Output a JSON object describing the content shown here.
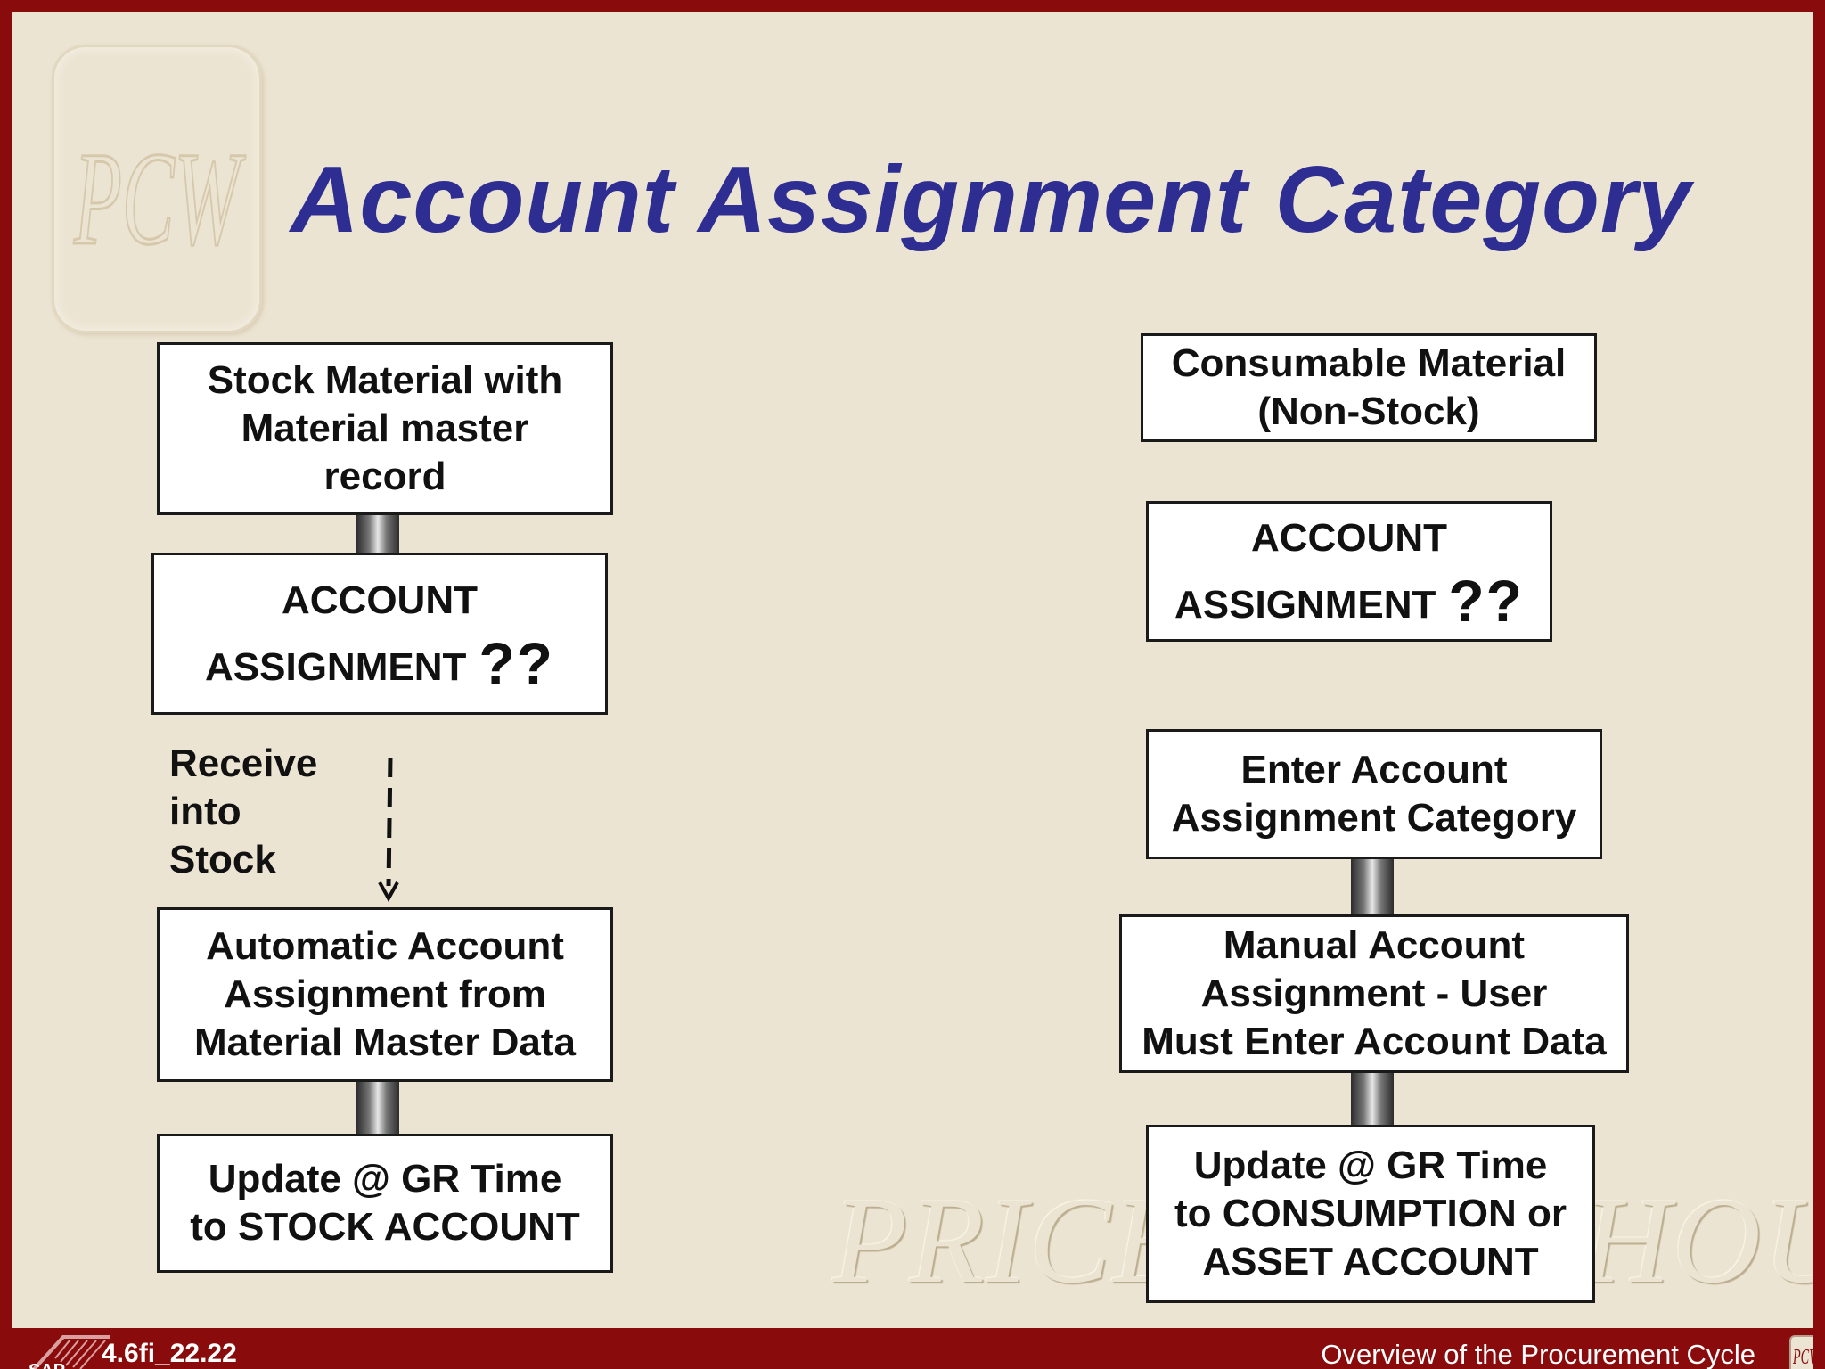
{
  "slide": {
    "title": "Account Assignment Category",
    "logo_text": "PCW",
    "watermark": "PRICEWATERHOUSECOOPERS"
  },
  "left": {
    "box1": [
      "Stock Material with",
      "Material master",
      "record"
    ],
    "box2": [
      "ACCOUNT",
      "ASSIGNMENT"
    ],
    "box2_marks": "??",
    "receive": [
      "Receive",
      "into",
      "Stock"
    ],
    "box3": [
      "Automatic Account",
      "Assignment from",
      "Material Master Data"
    ],
    "box4": [
      "Update @ GR Time",
      "to STOCK ACCOUNT"
    ]
  },
  "right": {
    "box1": [
      "Consumable Material",
      "(Non-Stock)"
    ],
    "box2": [
      "ACCOUNT",
      "ASSIGNMENT"
    ],
    "box2_marks": "??",
    "box3": [
      "Enter Account",
      "Assignment Category"
    ],
    "box4": [
      "Manual Account",
      "Assignment - User",
      "Must Enter Account Data"
    ],
    "box5": [
      "Update @ GR Time",
      "to CONSUMPTION or",
      "ASSET ACCOUNT"
    ]
  },
  "footer": {
    "sap_label": "SAP",
    "code": "4.6fi_22.22",
    "caption": "Overview of the Procurement Cycle",
    "mini_logo": "PCW"
  },
  "colors": {
    "frame": "#8a0b0b",
    "background": "#ece4d2",
    "title": "#2e2e92"
  }
}
